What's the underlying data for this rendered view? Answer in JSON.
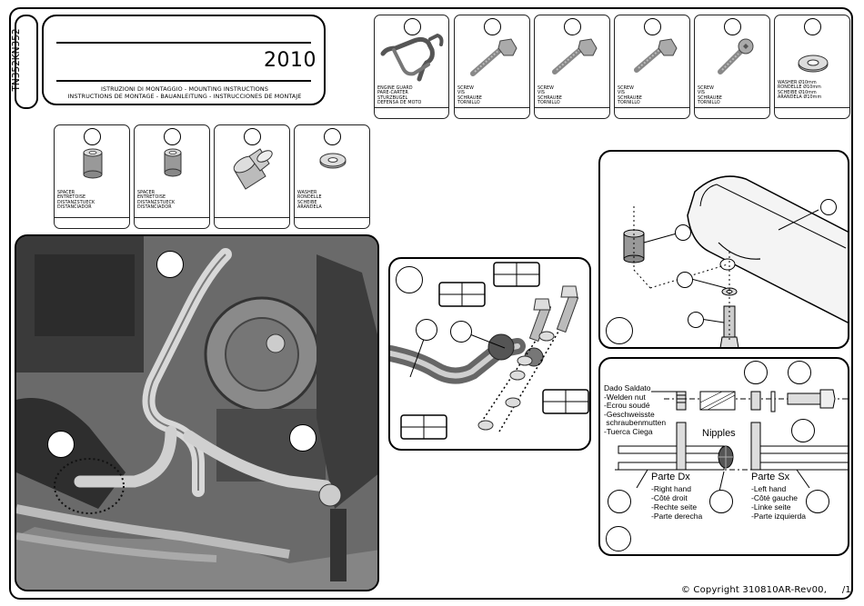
{
  "product_code": "TN352KN352",
  "header": {
    "year": "2010",
    "instructions_line1": "ISTRUZIONI DI MONTAGGIO  -  MOUNTING INSTRUCTIONS",
    "instructions_line2": "INSTRUCTIONS DE MONTAGE - BAUANLEITUNG - INSTRUCCIONES DE MONTAJE"
  },
  "parts_row1": [
    {
      "icon": "engine-guard-bar",
      "label": "ENGINE GUARD\nPARE-CARTER\nSTURZBUGEL\nDEFENSA DE MOTO"
    },
    {
      "icon": "screw-hex",
      "label": "SCREW\nVIS\nSCHRAUBE\nTORNILLO"
    },
    {
      "icon": "screw-hex",
      "label": "SCREW\nVIS\nSCHRAUBE\nTORNILLO"
    },
    {
      "icon": "screw-hex",
      "label": "SCREW\nVIS\nSCHRAUBE\nTORNILLO"
    },
    {
      "icon": "screw-allen",
      "label": "SCREW\nVIS\nSCHRAUBE\nTORNILLO"
    },
    {
      "icon": "washer",
      "label": "WASHER Ø10mm\nRONDELLE Ø10mm\nSCHEIBE Ø10mm\nARANDELA Ø10mm"
    }
  ],
  "parts_row2": [
    {
      "icon": "spacer",
      "label": "SPACER\nENTRETOISE\nDISTANZSTUECK\nDISTANCIADOR"
    },
    {
      "icon": "spacer",
      "label": "SPACER\nENTRETOISE\nDISTANZSTUECK\nDISTANCIADOR"
    },
    {
      "icon": "spacer-flanged",
      "label": ""
    },
    {
      "icon": "washer",
      "label": "WASHER\nRONDELLE\nSCHEIBE\nARANDELA"
    }
  ],
  "diagram_nipples": {
    "welded_nut": [
      "Dado Saldato",
      "-Welden nut",
      "-Ecrou soudé",
      "-Geschweisste",
      " schraubenmutten",
      "-Tuerca Ciega"
    ],
    "nipples": "Nipples",
    "right_title": "Parte Dx",
    "right_lines": [
      "-Right hand",
      "-Côté droit",
      "-Rechte seite",
      "-Parte derecha"
    ],
    "left_title": "Parte Sx",
    "left_lines": [
      "-Left hand",
      "-Côté gauche",
      "-Linke seite",
      "-Parte izquierda"
    ]
  },
  "footer": {
    "copyright": "© Copyright 310810AR-Rev00,",
    "page": "/1"
  },
  "colors": {
    "border": "#000000",
    "photo_dark": "#2a2a2a",
    "photo_mid": "#6f6f6f",
    "metal": "#9a9a9a"
  }
}
